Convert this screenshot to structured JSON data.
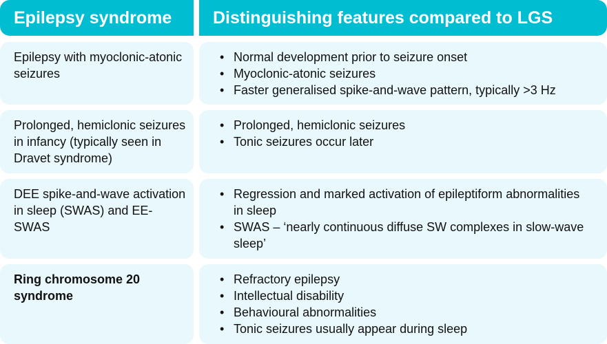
{
  "header": {
    "col1": "Epilepsy syndrome",
    "col2": "Distinguishing features compared to LGS"
  },
  "rows": [
    {
      "syndrome": "Epilepsy with myoclonic-atonic seizures",
      "features": [
        "Normal development prior to seizure onset",
        "Myoclonic-atonic seizures",
        "Faster generalised spike-and-wave pattern, typically >3 Hz"
      ]
    },
    {
      "syndrome": "Prolonged, hemiclonic seizures in infancy (typically seen in Dravet syndrome)",
      "features": [
        "Prolonged, hemiclonic seizures",
        "Tonic seizures occur later"
      ]
    },
    {
      "syndrome": "DEE spike-and-wave activation in sleep (SWAS) and EE-SWAS",
      "features": [
        "Regression and marked activation of epileptiform abnormalities in sleep",
        "SWAS – ‘nearly continuous diffuse SW complexes in slow-wave sleep’"
      ]
    },
    {
      "syndrome": "Ring chromosome 20 syndrome",
      "features": [
        "Refractory epilepsy",
        "Intellectual disability",
        "Behavioural abnormalities",
        "Tonic seizures usually appear during sleep"
      ]
    }
  ]
}
